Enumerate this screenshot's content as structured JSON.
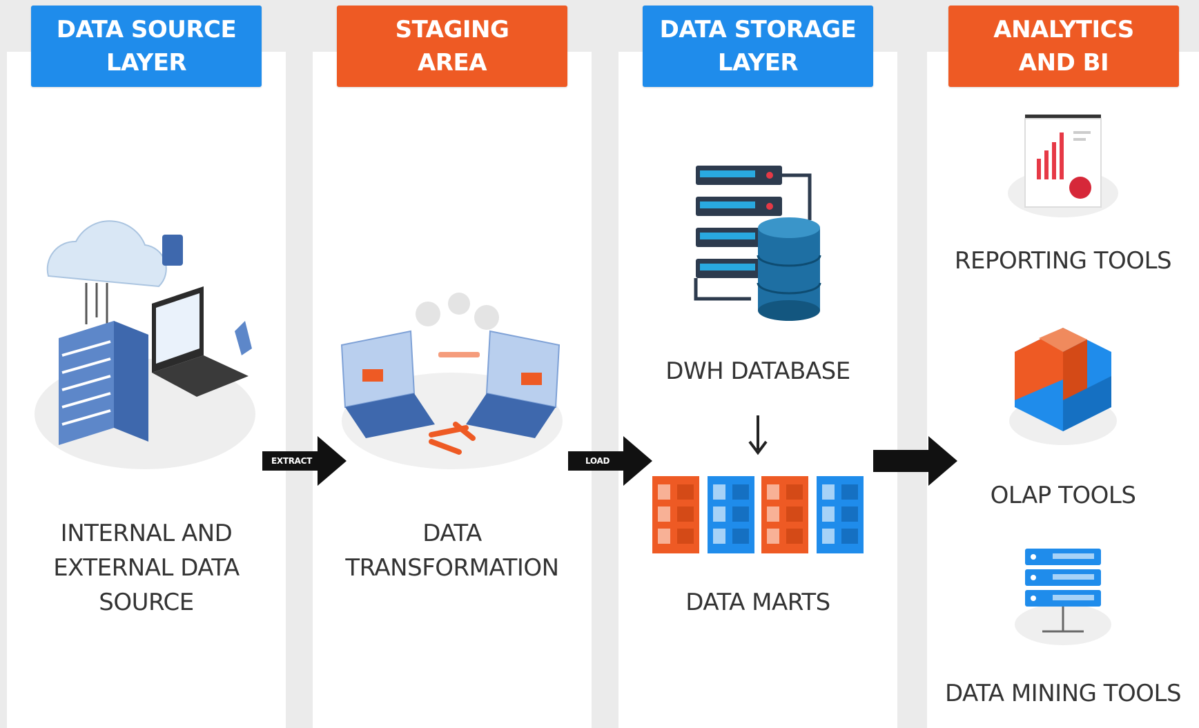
{
  "colors": {
    "blue": "#1f8ceb",
    "orange": "#ee5a24",
    "column_bg": "#ffffff",
    "page_bg": "#ebebeb",
    "arrow": "#111111",
    "label": "#333333"
  },
  "columns": [
    {
      "header": [
        "DATA SOURCE",
        "LAYER"
      ],
      "header_color": "blue",
      "items": [
        {
          "icon": "cloud-server-laptop-icon",
          "label": [
            "INTERNAL AND",
            "EXTERNAL DATA",
            "SOURCE"
          ]
        }
      ]
    },
    {
      "header": [
        "STAGING",
        "AREA"
      ],
      "header_color": "orange",
      "items": [
        {
          "icon": "data-transfer-laptops-icon",
          "label": [
            "DATA",
            "TRANSFORMATION"
          ]
        }
      ]
    },
    {
      "header": [
        "DATA STORAGE",
        "LAYER"
      ],
      "header_color": "blue",
      "items": [
        {
          "icon": "database-server-icon",
          "label": [
            "DWH DATABASE"
          ]
        },
        {
          "icon": "data-marts-icon",
          "label": [
            "DATA MARTS"
          ]
        }
      ]
    },
    {
      "header": [
        "ANALYTICS",
        "AND BI"
      ],
      "header_color": "orange",
      "items": [
        {
          "icon": "report-chart-icon",
          "label": [
            "REPORTING TOOLS"
          ]
        },
        {
          "icon": "olap-cube-icon",
          "label": [
            "OLAP TOOLS"
          ]
        },
        {
          "icon": "data-mining-server-icon",
          "label": [
            "DATA MINING TOOLS"
          ]
        }
      ]
    }
  ],
  "arrows": [
    {
      "label": "EXTRACT"
    },
    {
      "label": "LOAD"
    },
    {
      "label": ""
    }
  ]
}
